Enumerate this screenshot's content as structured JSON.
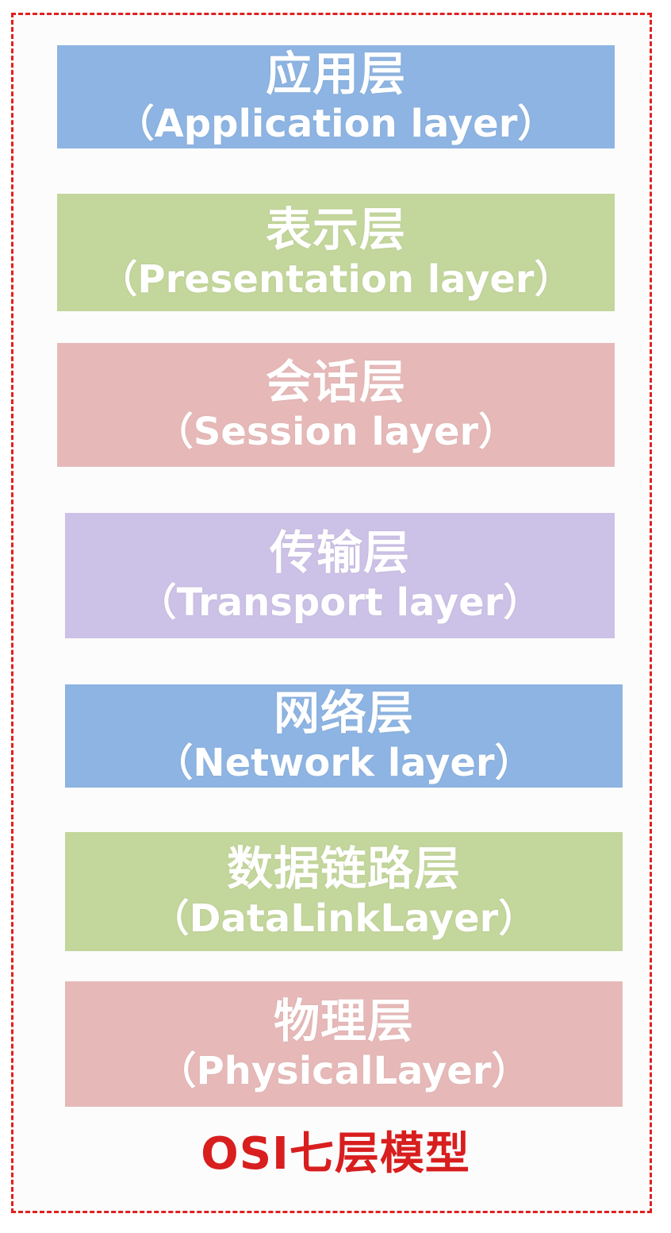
{
  "layers": [
    {
      "zh": "应用层",
      "en": "（Application layer）",
      "color": "#8db4e2"
    },
    {
      "zh": "表示层",
      "en": "（Presentation layer）",
      "color": "#c3d69b"
    },
    {
      "zh": "会话层",
      "en": "（Session layer）",
      "color": "#e6b9b8"
    },
    {
      "zh": "传输层",
      "en": "（Transport layer）",
      "color": "#ccc1e6"
    },
    {
      "zh": "网络层",
      "en": "（Network layer）",
      "color": "#8db4e2"
    },
    {
      "zh": "数据链路层",
      "en": "（DataLinkLayer）",
      "color": "#c3d69b"
    },
    {
      "zh": "物理层",
      "en": "（PhysicalLayer）",
      "color": "#e6b9b8"
    }
  ],
  "caption": "OSI七层模型",
  "colors": {
    "frame_border": "#e02020",
    "caption_text": "#d81e1e"
  }
}
